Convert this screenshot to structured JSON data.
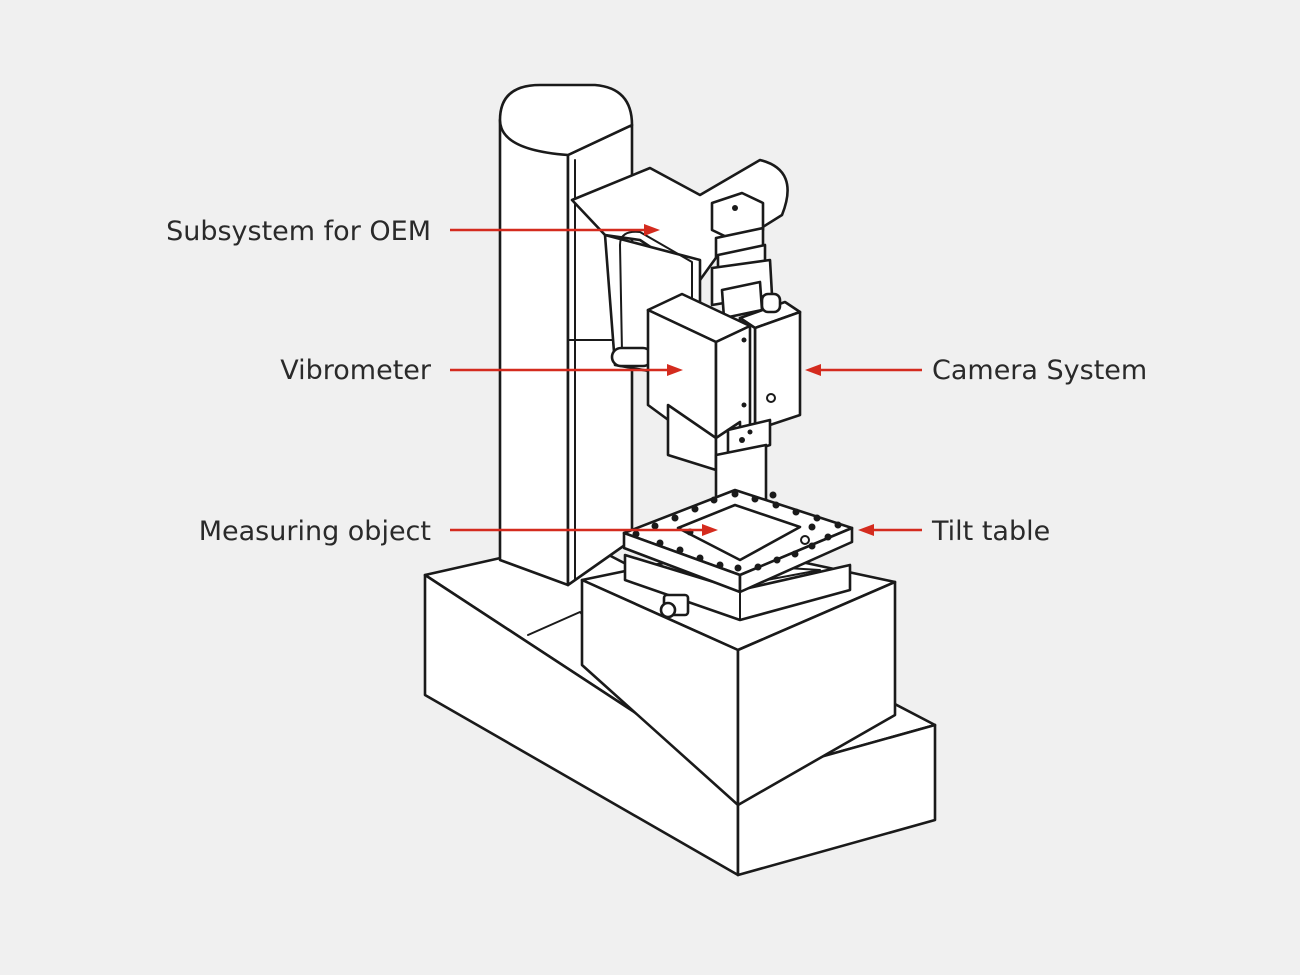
{
  "labels": {
    "subsystem": "Subsystem for OEM",
    "vibrometer": "Vibrometer",
    "camera_system": "Camera System",
    "measuring_object": "Measuring object",
    "tilt_table": "Tilt table"
  },
  "colors": {
    "arrow": "#d42b1e",
    "background": "#f0f0f0",
    "outline": "#1a1a1a"
  }
}
